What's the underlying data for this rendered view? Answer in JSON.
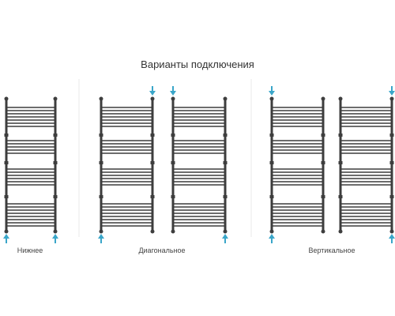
{
  "title": "Варианты подключения",
  "groups": [
    {
      "label": "Нижнее",
      "rails": [
        {
          "in": [
            "bottom-left",
            "bottom-right"
          ]
        }
      ]
    },
    {
      "label": "Диагональное",
      "rails": [
        {
          "in": [
            "top-right",
            "bottom-left"
          ]
        },
        {
          "in": [
            "top-left",
            "bottom-right"
          ]
        }
      ]
    },
    {
      "label": "Вертикальное",
      "rails": [
        {
          "in": [
            "top-left",
            "bottom-left"
          ]
        },
        {
          "in": [
            "top-right",
            "bottom-right"
          ]
        }
      ]
    }
  ],
  "colors": {
    "rail": "#3d3d3d",
    "arrow": "#3aa6c9",
    "divider": "#e8e8e8",
    "text": "#333333"
  }
}
